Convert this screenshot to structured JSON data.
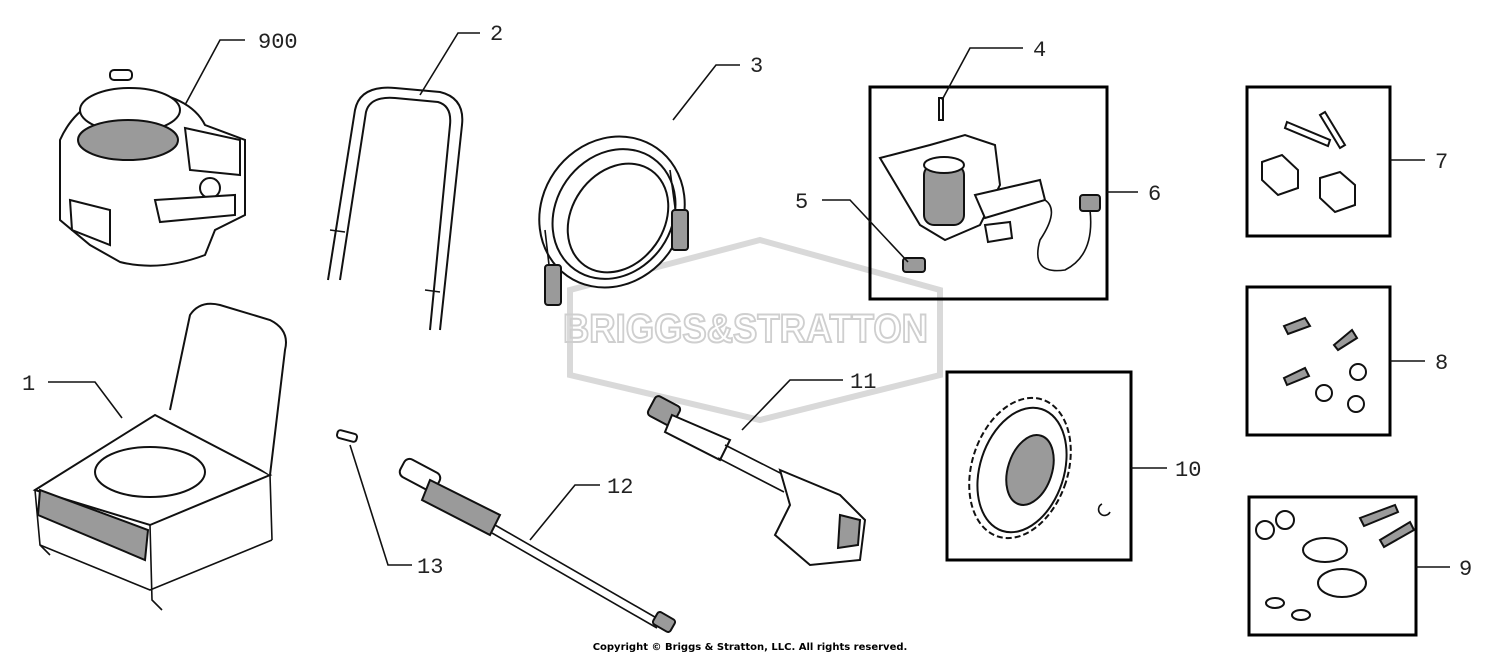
{
  "watermark": {
    "brand": "BRIGGS&STRATTON"
  },
  "callouts": [
    {
      "id": "900",
      "label": "900",
      "part": "engine"
    },
    {
      "id": "2",
      "label": "2",
      "part": "handle"
    },
    {
      "id": "3",
      "label": "3",
      "part": "high-pressure-hose"
    },
    {
      "id": "4",
      "label": "4",
      "part": "pump-key"
    },
    {
      "id": "5",
      "label": "5",
      "part": "pump-fitting"
    },
    {
      "id": "6",
      "label": "6",
      "part": "pump-assembly"
    },
    {
      "id": "7",
      "label": "7",
      "part": "handle-hardware-kit"
    },
    {
      "id": "8",
      "label": "8",
      "part": "engine-hardware-kit"
    },
    {
      "id": "9",
      "label": "9",
      "part": "foot-hardware-kit"
    },
    {
      "id": "10",
      "label": "10",
      "part": "wheel-kit"
    },
    {
      "id": "11",
      "label": "11",
      "part": "spray-gun"
    },
    {
      "id": "12",
      "label": "12",
      "part": "spray-lance"
    },
    {
      "id": "13",
      "label": "13",
      "part": "nozzle"
    },
    {
      "id": "1",
      "label": "1",
      "part": "frame"
    }
  ],
  "footer": {
    "copyright": "Copyright © Briggs & Stratton, LLC. All rights reserved."
  }
}
